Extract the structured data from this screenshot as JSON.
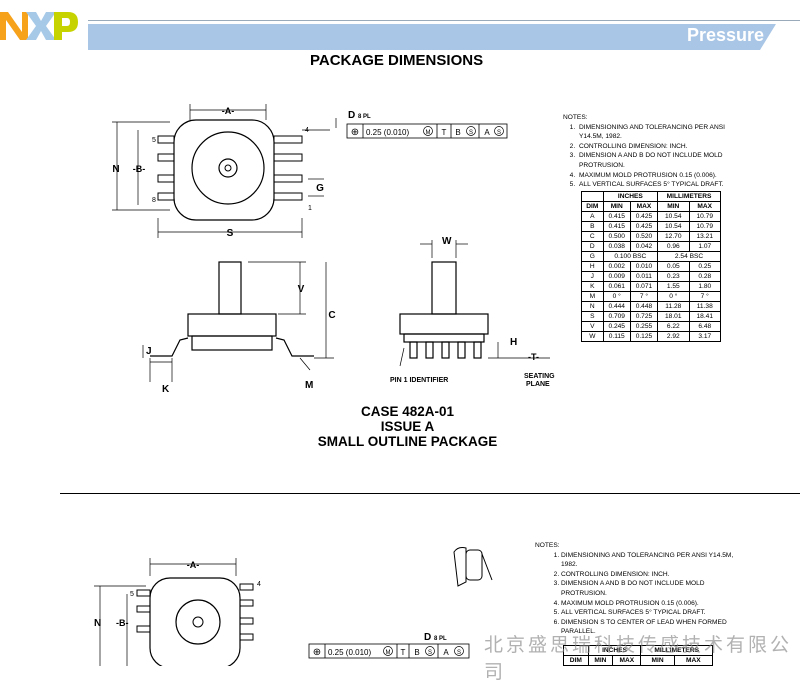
{
  "brand": {
    "logo_text": "NXP"
  },
  "header": {
    "section_label": "Pressure"
  },
  "title": "PACKAGE DIMENSIONS",
  "drawing1": {
    "labels": {
      "A": "-A-",
      "B": "-B-",
      "N": "N",
      "S": "S",
      "G": "G",
      "D": "D",
      "D_sub": "8 PL",
      "pin4": "4",
      "pin5": "5",
      "pin8": "8",
      "pin1": "1",
      "W": "W",
      "V": "V",
      "C": "C",
      "J": "J",
      "K": "K",
      "M": "M",
      "H": "H",
      "T": "-T-",
      "pin1_id": "PIN 1 IDENTIFIER",
      "seating1": "SEATING",
      "seating2": "PLANE"
    },
    "tolerance": {
      "symbol": "⊕",
      "value": "0.25 (0.010)",
      "m1": "M",
      "datum_t": "T",
      "datum_b": "B",
      "s1": "S",
      "datum_a": "A",
      "s2": "S"
    }
  },
  "notes1": {
    "heading": "NOTES:",
    "items": [
      "DIMENSIONING AND TOLERANCING PER ANSI Y14.5M, 1982.",
      "CONTROLLING DIMENSION: INCH.",
      "DIMENSION A AND B DO NOT INCLUDE MOLD PROTRUSION.",
      "MAXIMUM MOLD PROTRUSION 0.15 (0.006).",
      "ALL VERTICAL SURFACES 5° TYPICAL DRAFT."
    ]
  },
  "table1": {
    "group_inches": "INCHES",
    "group_mm": "MILLIMETERS",
    "headers": [
      "DIM",
      "MIN",
      "MAX",
      "MIN",
      "MAX"
    ],
    "rows": [
      [
        "A",
        "0.415",
        "0.425",
        "10.54",
        "10.79"
      ],
      [
        "B",
        "0.415",
        "0.425",
        "10.54",
        "10.79"
      ],
      [
        "C",
        "0.500",
        "0.520",
        "12.70",
        "13.21"
      ],
      [
        "D",
        "0.038",
        "0.042",
        "0.96",
        "1.07"
      ],
      [
        "G",
        "0.100 BSC",
        "",
        "2.54 BSC",
        ""
      ],
      [
        "H",
        "0.002",
        "0.010",
        "0.05",
        "0.25"
      ],
      [
        "J",
        "0.009",
        "0.011",
        "0.23",
        "0.28"
      ],
      [
        "K",
        "0.061",
        "0.071",
        "1.55",
        "1.80"
      ],
      [
        "M",
        "0 °",
        "7 °",
        "0 °",
        "7 °"
      ],
      [
        "N",
        "0.444",
        "0.448",
        "11.28",
        "11.38"
      ],
      [
        "S",
        "0.709",
        "0.725",
        "18.01",
        "18.41"
      ],
      [
        "V",
        "0.245",
        "0.255",
        "6.22",
        "6.48"
      ],
      [
        "W",
        "0.115",
        "0.125",
        "2.92",
        "3.17"
      ]
    ]
  },
  "caption": {
    "line1": "CASE 482A-01",
    "line2": "ISSUE A",
    "line3": "SMALL OUTLINE PACKAGE"
  },
  "drawing2": {
    "labels": {
      "A": "-A-",
      "B": "-B-",
      "N": "N",
      "pin4": "4",
      "pin5": "5",
      "D": "D",
      "D_sub": "8 PL"
    },
    "tolerance": {
      "symbol": "⊕",
      "value": "0.25 (0.010)",
      "m1": "M",
      "datum_t": "T",
      "datum_b": "B",
      "s1": "S",
      "datum_a": "A",
      "s2": "S"
    }
  },
  "notes2": {
    "heading": "NOTES:",
    "items": [
      "DIMENSIONING AND TOLERANCING PER ANSI Y14.5M, 1982.",
      "CONTROLLING DIMENSION: INCH.",
      "DIMENSION A AND B DO NOT INCLUDE MOLD PROTRUSION.",
      "MAXIMUM MOLD PROTRUSION 0.15 (0.006).",
      "ALL VERTICAL SURFACES 5° TYPICAL DRAFT.",
      "DIMENSION S TO CENTER OF LEAD WHEN FORMED PARALLEL."
    ]
  },
  "table2": {
    "group_inches": "INCHES",
    "group_mm": "MILLIMETERS",
    "headers": [
      "DIM",
      "MIN",
      "MAX",
      "MIN",
      "MAX"
    ]
  },
  "watermark": "北京盛思瑞科技传感技术有限公司",
  "colors": {
    "logo_orange": "#f7a21b",
    "logo_blue": "#a6c9e8",
    "logo_green": "#c7d300",
    "band": "#a9c6e6",
    "header_text": "#ffffff"
  }
}
